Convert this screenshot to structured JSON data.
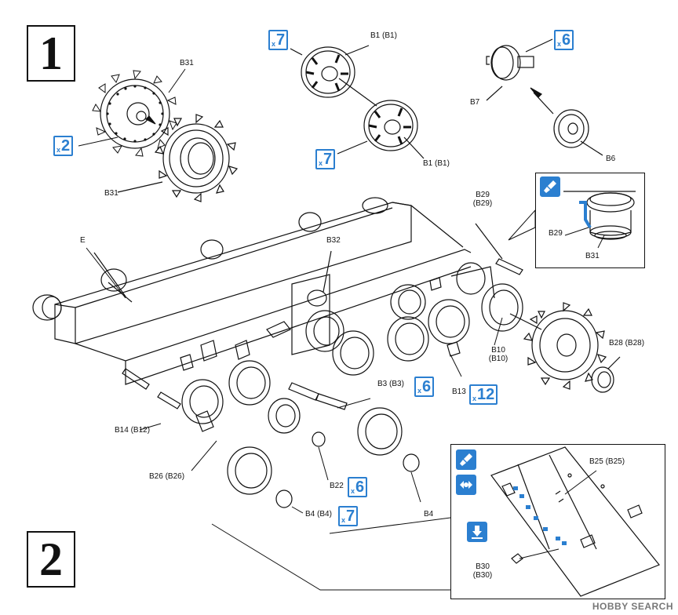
{
  "steps": {
    "step1": "1",
    "step2": "2"
  },
  "labels": {
    "b31_top": "B31",
    "b31_bottom": "B31",
    "b1_top": "B1 (B1)",
    "b1_bottom": "B1 (B1)",
    "b7": "B7",
    "b6": "B6",
    "b29": "B29",
    "b29_paren": "(B29)",
    "e": "E",
    "b32": "B32",
    "inset_b29": "B29",
    "inset_b31": "B31",
    "b10": "B10",
    "b10_paren": "(B10)",
    "b28": "B28 (B28)",
    "b3": "B3 (B3)",
    "b13": "B13",
    "b14": "B14 (B12)",
    "b26": "B26 (B26)",
    "b22": "B22",
    "b4": "B4",
    "b4b4": "B4 (B4)",
    "b25": "B25 (B25)",
    "b30": "B30",
    "b30_paren": "(B30)"
  },
  "quantities": {
    "q_b31": {
      "x": "x",
      "n": "2"
    },
    "q_b1_top": {
      "x": "x",
      "n": "7"
    },
    "q_b1_bottom": {
      "x": "x",
      "n": "7"
    },
    "q_b7": {
      "x": "x",
      "n": "6"
    },
    "q_b3": {
      "x": "x",
      "n": "6"
    },
    "q_b13": {
      "x": "x",
      "n": "12"
    },
    "q_b22": {
      "x": "x",
      "n": "6"
    },
    "q_b4": {
      "x": "x",
      "n": "7"
    }
  },
  "icons": [
    "glue-brush-icon",
    "adjust-position-icon",
    "glue-point-icon"
  ],
  "colors": {
    "accent": "#2b7fd0",
    "line": "#111111"
  },
  "watermark": "HOBBY SEARCH"
}
